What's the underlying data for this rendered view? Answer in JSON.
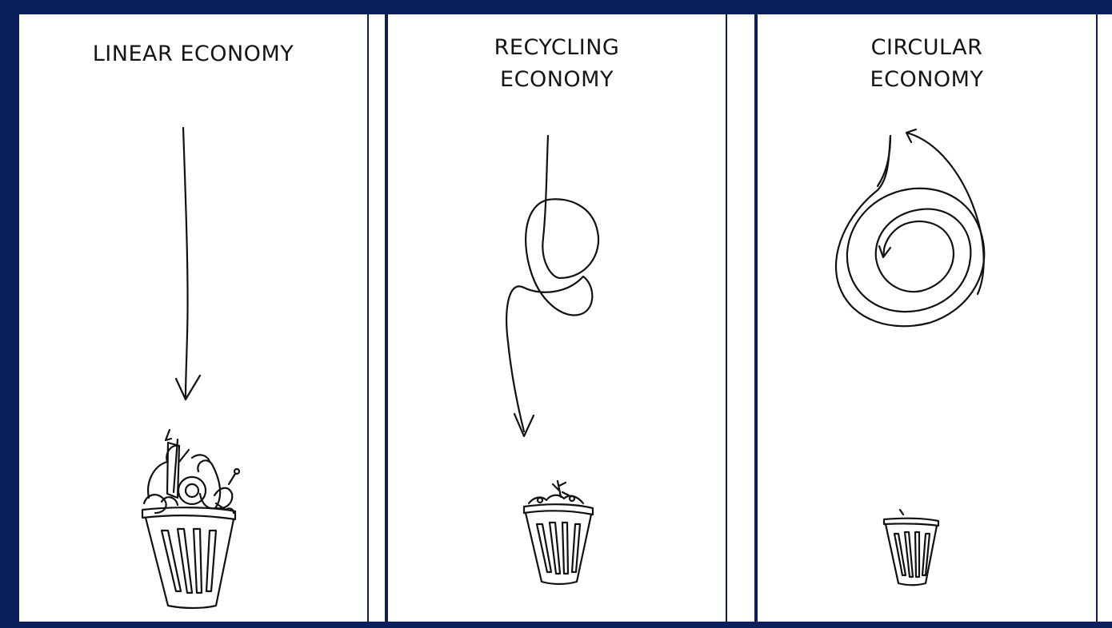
{
  "panels": [
    {
      "title": "LINEAR ECONOMY",
      "arrow_icon": "straight-down-arrow-icon",
      "bin_icon": "overflowing-trash-bin-icon",
      "bin_fill_level": "full"
    },
    {
      "title": "RECYCLING\nECONOMY",
      "arrow_icon": "looping-down-arrow-icon",
      "bin_icon": "partially-filled-trash-bin-icon",
      "bin_fill_level": "partial"
    },
    {
      "title": "CIRCULAR\nECONOMY",
      "arrow_icon": "spiral-loop-arrow-icon",
      "bin_icon": "nearly-empty-trash-bin-icon",
      "bin_fill_level": "nearly empty"
    }
  ],
  "colors": {
    "frame": "#0b1f5c",
    "background": "#ffffff",
    "ink": "#111111"
  }
}
